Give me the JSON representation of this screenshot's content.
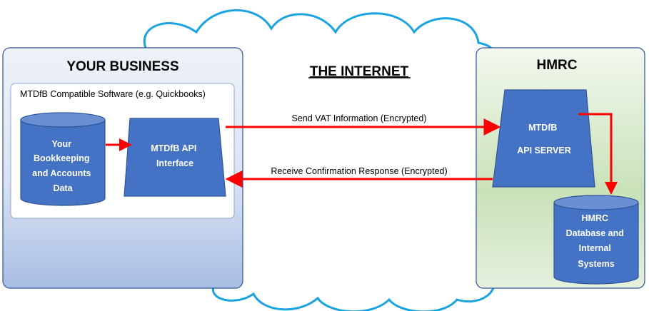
{
  "business": {
    "title": "YOUR BUSINESS",
    "software_label": "MTDfB Compatible Software (e.g. Quickbooks)",
    "data_store": [
      "Your",
      "Bookkeeping",
      "and Accounts",
      "Data"
    ],
    "api_interface": [
      "MTDfB API",
      "Interface"
    ]
  },
  "internet": {
    "title": "THE INTERNET",
    "send_label": "Send VAT Information (Encrypted)",
    "receive_label": "Receive Confirmation Response (Encrypted)"
  },
  "hmrc": {
    "title": "HMRC",
    "api_server": [
      "MTDfB",
      "API SERVER"
    ],
    "database": [
      "HMRC",
      "Database and",
      "Internal",
      "Systems"
    ]
  },
  "colors": {
    "cloud_stroke": "#1aa3e0",
    "shape_fill": "#4472c4",
    "shape_stroke": "#2f5597",
    "arrow": "#ff0000",
    "panel_stroke": "#2f5597"
  }
}
